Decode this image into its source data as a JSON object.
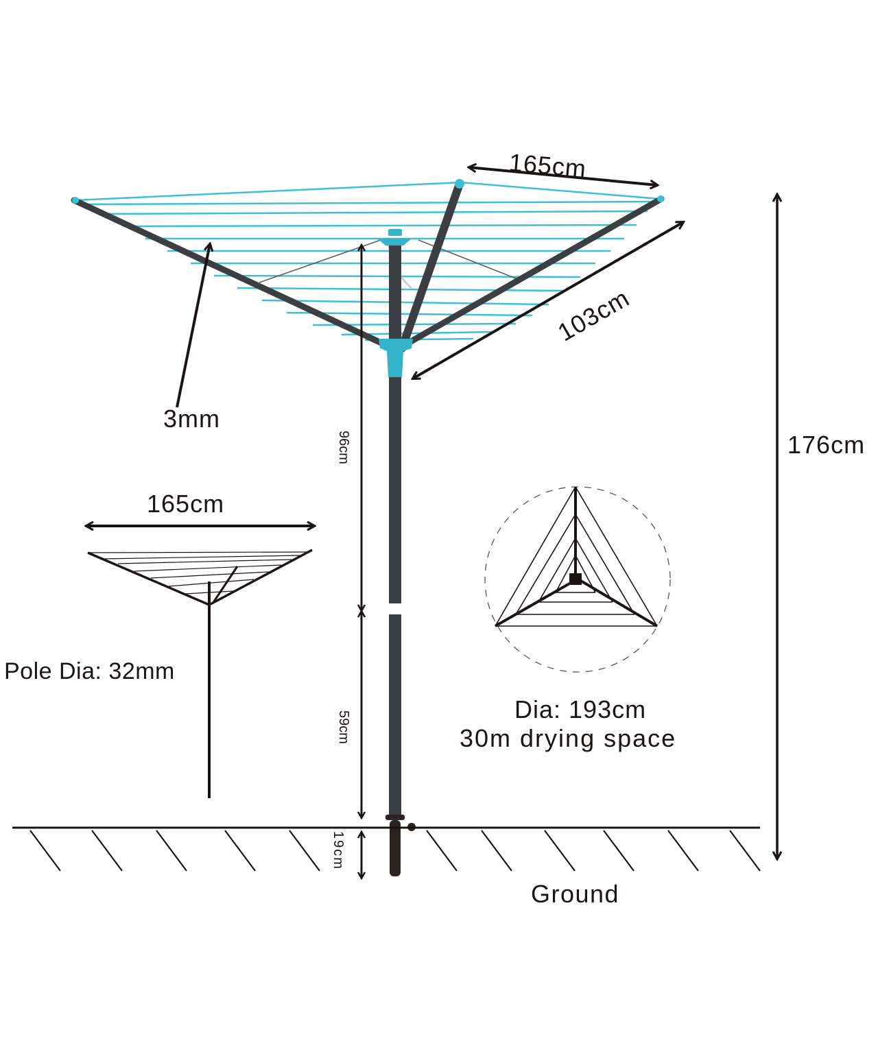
{
  "diagram": {
    "subject": "Rotary clothes line dimension diagram",
    "colors": {
      "line_ink": "#1a1413",
      "frame_grey": "#3b3f44",
      "line_cyan": "#3cc0d8",
      "hub_cyan": "#34b3c9",
      "background": "#ffffff"
    },
    "labels": {
      "top_width": "165cm",
      "arm_length": "103cm",
      "line_thickness": "3mm",
      "total_height": "176cm",
      "upper_pole": "96cm",
      "lower_pole": "59cm",
      "ground_spike": "19cm",
      "mini_width": "165cm",
      "pole_diameter": "Pole Dia: 32mm",
      "diameter": "Dia: 193cm",
      "drying_space": "30m drying space",
      "ground": "Ground"
    },
    "icons": {
      "dimension_arrow": "double-headed-arrow-icon",
      "ground_hatch": "ground-hatch-icon",
      "top_view": "triangular-top-view-icon"
    }
  }
}
